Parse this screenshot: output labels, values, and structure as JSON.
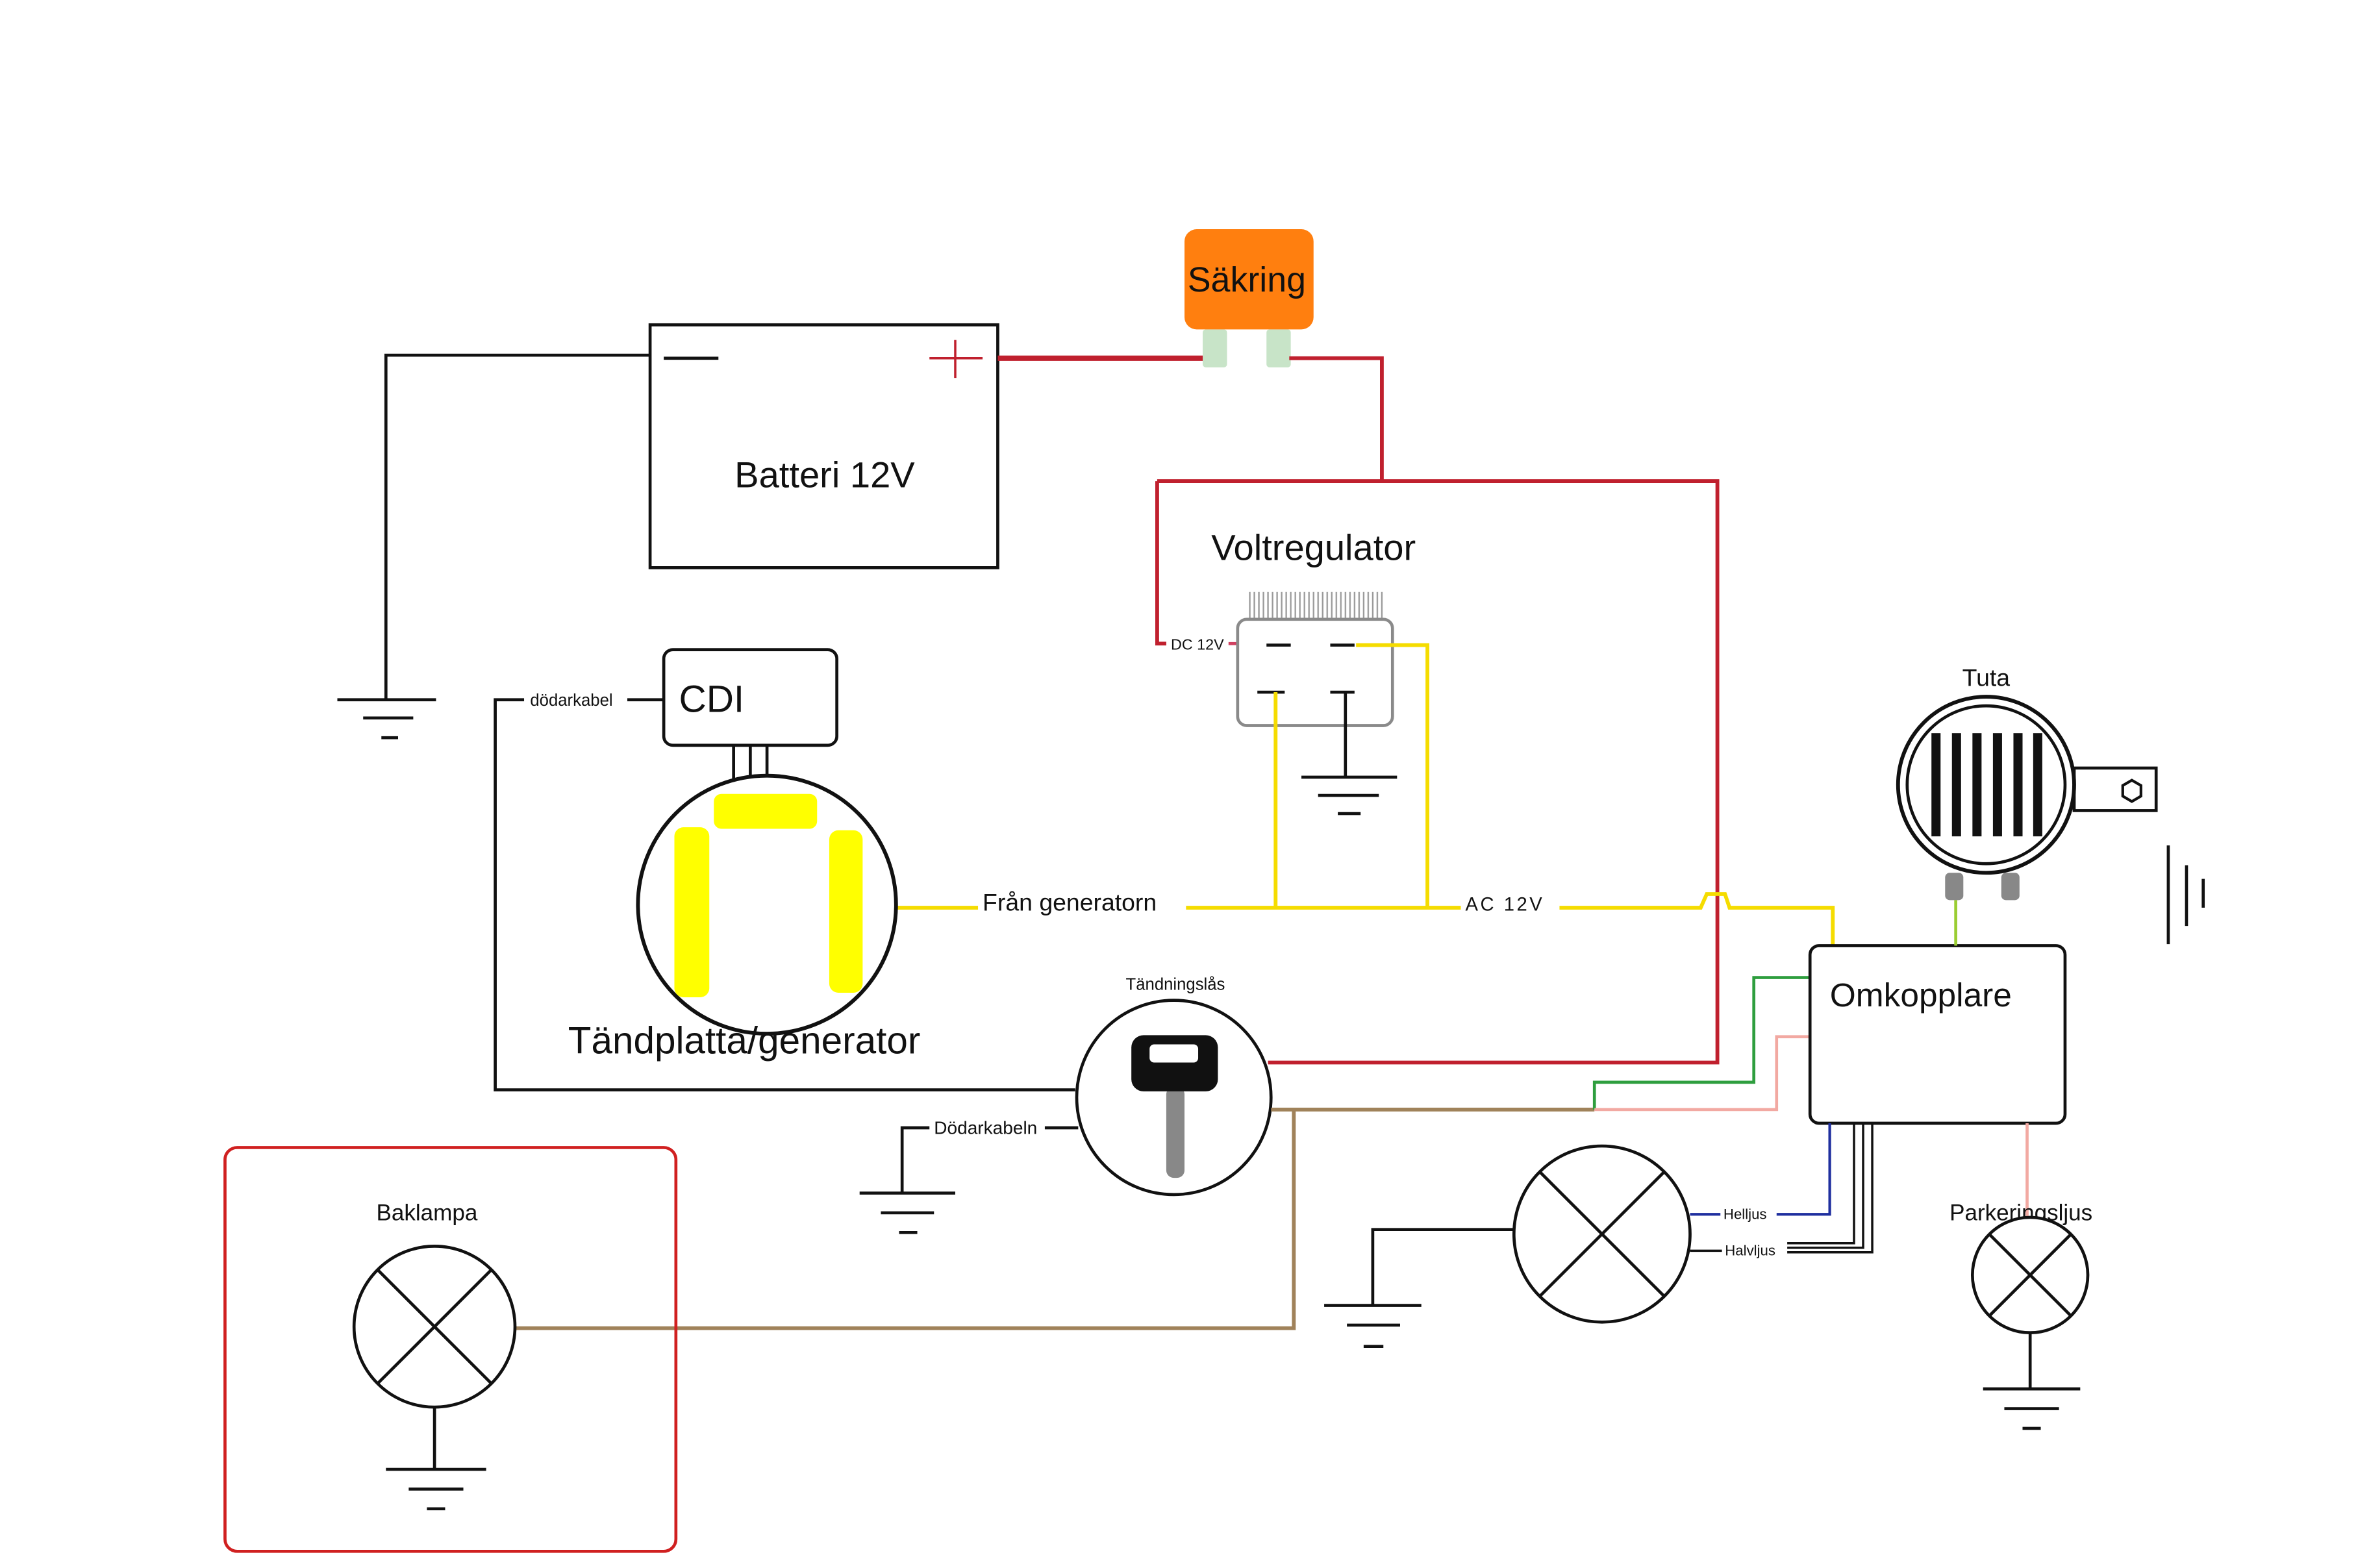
{
  "labels": {
    "fuse": "Säkring",
    "battery": "Batteri 12V",
    "voltage_regulator": "Voltregulator",
    "dc_12v": "DC 12V",
    "cdi": "CDI",
    "cdi_kill_wire": "dödarkabel",
    "from_generator": "Från generatorn",
    "ac_12v": "AC 12V",
    "stator_generator": "Tändplatta/generator",
    "ignition_switch": "Tändningslås",
    "ignition_kill_wire": "Dödarkabeln",
    "horn": "Tuta",
    "switch_unit": "Omkopplare",
    "tail_lamp": "Baklampa",
    "high_beam": "Helljus",
    "low_beam": "Halvljus",
    "parking_light": "Parkeringsljus"
  },
  "colors": {
    "positive_wire": "#c0202e",
    "ac_wire": "#f5dc00",
    "brown_wire": "#a0825a",
    "green_wire": "#2e9e3e",
    "pink_wire": "#f2a9a2",
    "high_beam_wire": "#1f2f9f",
    "horn_wire": "#9acd32",
    "fuse_body": "#ff7f0f",
    "fuse_terminal": "#c8e4c8",
    "stator_coil": "#ffff00",
    "tail_lamp_frame": "#d02020",
    "ground": "#111111"
  }
}
